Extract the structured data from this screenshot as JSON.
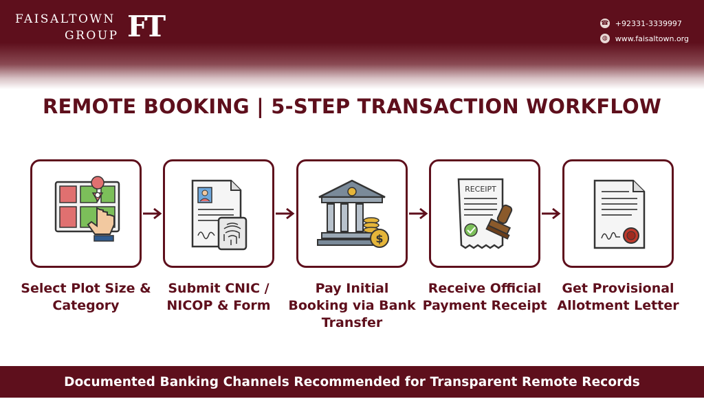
{
  "brand": {
    "line1": "FAISALTOWN",
    "line2": "GROUP",
    "monogram": "FT"
  },
  "contact": {
    "phone": "+92331-3339997",
    "website": "www.faisaltown.org",
    "phone_icon": "phone-icon",
    "web_icon": "globe-icon"
  },
  "title": "REMOTE BOOKING | 5-STEP TRANSACTION WORKFLOW",
  "steps": [
    {
      "label": "Select Plot Size & Category",
      "icon": "plot-map-hand-icon"
    },
    {
      "label": "Submit CNIC / NICOP & Form",
      "icon": "id-document-fingerprint-icon"
    },
    {
      "label": "Pay Initial Booking via Bank Transfer",
      "icon": "bank-coins-icon"
    },
    {
      "label": "Receive Official Payment Receipt",
      "icon": "receipt-stamp-icon",
      "receipt_text": "RECEIPT"
    },
    {
      "label": "Get Provisional Allotment Letter",
      "icon": "sealed-letter-icon"
    }
  ],
  "footer": "Documented Banking Channels Recommended for Transparent Remote Records",
  "colors": {
    "primary": "#5e0f1c",
    "background": "#ffffff",
    "accent_gold": "#e5b53a",
    "accent_green": "#7cbf5a",
    "accent_red": "#e07070"
  }
}
